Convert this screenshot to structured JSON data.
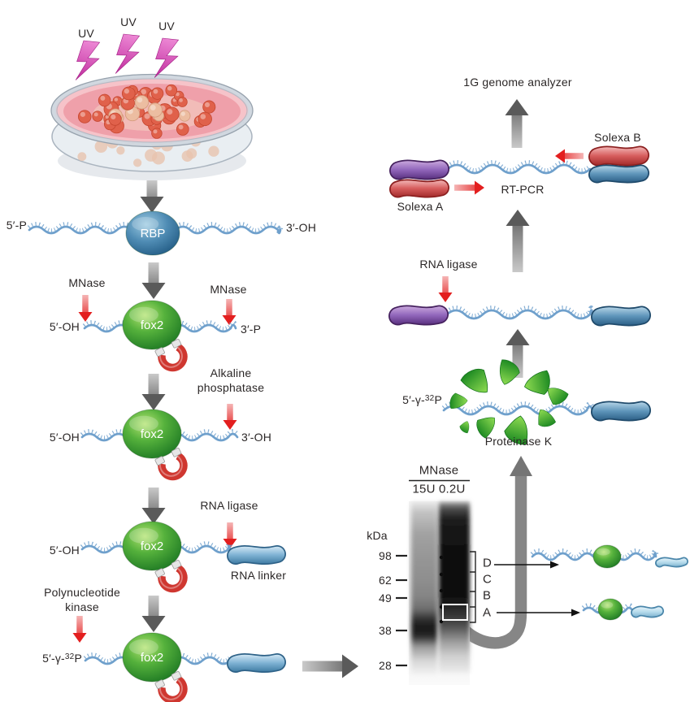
{
  "colors": {
    "strand_blue": "#6fa0cc",
    "uv_magenta": "#c936a4",
    "gray_arrow_dark": "#5a5a5a",
    "gray_arrow_light": "#c9c9c9",
    "red_arrow": "#e31f1f",
    "red_arrow_light": "#f5b5b5",
    "fox2_green": "#3f9a32",
    "rbp_blue": "#3a75a0",
    "loop_red": "#cf3730",
    "linker_blue": "#4d85ad",
    "solexa_purple": "#7a4fa0",
    "solexa_red": "#c94b4e",
    "solexa_blue": "#3d6f99",
    "shard_green": "#2f9a2b",
    "text": "#2b2727"
  },
  "uv_labels": [
    "UV",
    "UV",
    "UV"
  ],
  "proteins": {
    "rbp": "RBP",
    "fox2": "fox2"
  },
  "strand_ends": {
    "p5": "5′-P",
    "oh3": "3′-OH",
    "oh5": "5′-OH",
    "p3": "3′-P",
    "gamma_prefix": "5′-γ-",
    "gamma_sup": "32",
    "gamma_suffix": "P"
  },
  "enzymes": {
    "mnase_left": "MNase",
    "mnase_right": "MNase",
    "alkaline_line1": "Alkaline",
    "alkaline_line2": "phosphatase",
    "rna_ligase_left": "RNA ligase",
    "pnk_line1": "Polynucleotide",
    "pnk_line2": "kinase",
    "rna_ligase_right": "RNA ligase",
    "proteinase_k": "Proteinase K"
  },
  "annotations": {
    "rna_linker": "RNA linker",
    "genome_analyzer": "1G genome analyzer",
    "rt_pcr": "RT-PCR",
    "solexa_a": "Solexa A",
    "solexa_b": "Solexa B"
  },
  "gel": {
    "enzyme": "MNase",
    "lane_labels": "15U 0.2U",
    "unit": "kDa",
    "markers": [
      "98",
      "62",
      "49",
      "38",
      "28"
    ],
    "bands": [
      "D",
      "C",
      "B",
      "A"
    ]
  }
}
